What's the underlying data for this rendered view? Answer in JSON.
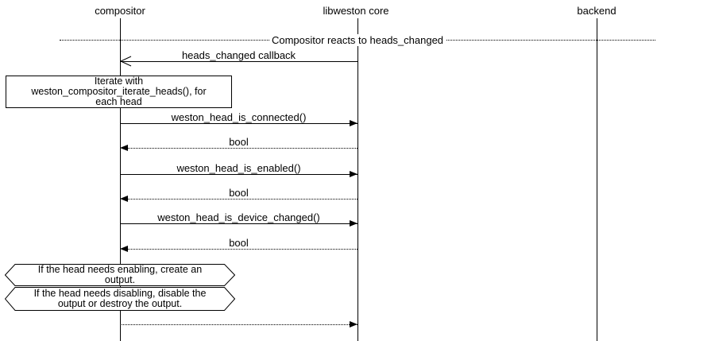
{
  "diagram": {
    "kind": "sequence-diagram",
    "colors": {
      "foreground": "#000000",
      "background": "#ffffff"
    },
    "lifelines": [
      {
        "name": "compositor"
      },
      {
        "name": "libweston core"
      },
      {
        "name": "backend"
      }
    ],
    "divider": {
      "label": "Compositor reacts to heads_changed"
    },
    "messages": [
      {
        "label": "heads_changed callback",
        "from": "libweston core",
        "to": "compositor",
        "line": "solid",
        "arrowhead": "open"
      },
      {
        "label": "weston_head_is_connected()",
        "from": "compositor",
        "to": "libweston core",
        "line": "solid",
        "arrowhead": "filled"
      },
      {
        "label": "bool",
        "from": "libweston core",
        "to": "compositor",
        "line": "dotted",
        "arrowhead": "filled"
      },
      {
        "label": "weston_head_is_enabled()",
        "from": "compositor",
        "to": "libweston core",
        "line": "solid",
        "arrowhead": "filled"
      },
      {
        "label": "bool",
        "from": "libweston core",
        "to": "compositor",
        "line": "dotted",
        "arrowhead": "filled"
      },
      {
        "label": "weston_head_is_device_changed()",
        "from": "compositor",
        "to": "libweston core",
        "line": "solid",
        "arrowhead": "filled"
      },
      {
        "label": "bool",
        "from": "libweston core",
        "to": "compositor",
        "line": "dotted",
        "arrowhead": "filled"
      },
      {
        "label": "",
        "from": "compositor",
        "to": "libweston core",
        "line": "dotted",
        "arrowhead": "filled"
      }
    ],
    "notes": {
      "iterate": {
        "lines": [
          "Iterate with",
          "weston_compositor_iterate_heads(), for",
          "each head"
        ]
      },
      "enabling": {
        "lines": [
          "If the head needs enabling, create an",
          "output."
        ]
      },
      "disabling": {
        "lines": [
          "If the head needs disabling, disable the",
          "output or destroy the output."
        ]
      }
    }
  }
}
